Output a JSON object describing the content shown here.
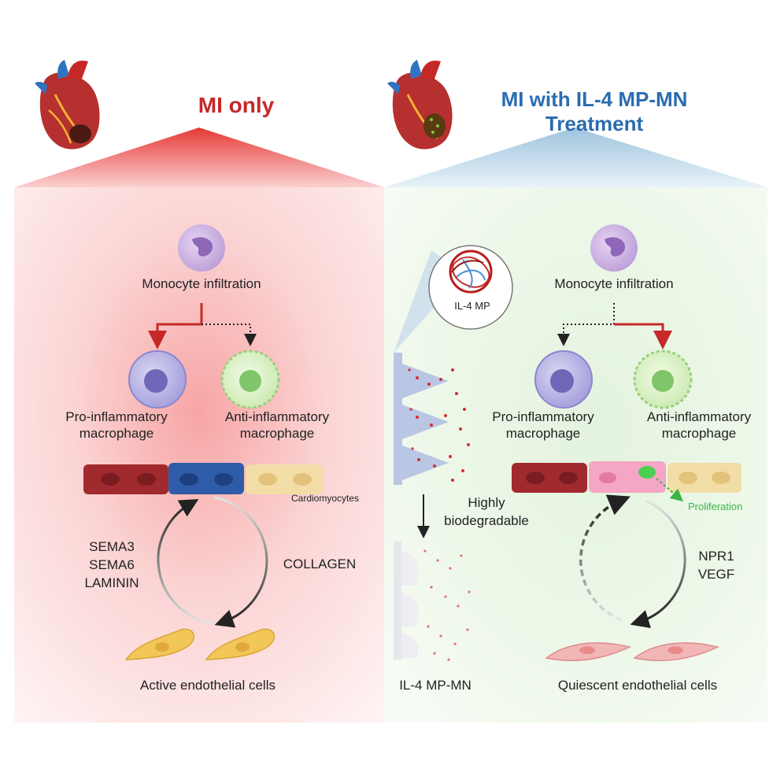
{
  "left": {
    "title": "MI only",
    "monocyte_label": "Monocyte infiltration",
    "pro_line1": "Pro-inflammatory",
    "pro_line2": "macrophage",
    "anti_line1": "Anti-inflammatory",
    "anti_line2": "macrophage",
    "cardiomyocytes_label": "Cardiomyocytes",
    "cycle_left": [
      "SEMA3",
      "SEMA6",
      "LAMININ"
    ],
    "cycle_right": "COLLAGEN",
    "endothelial_label": "Active endothelial cells"
  },
  "middle": {
    "mp_label": "IL-4 MP",
    "degrade_line1": "Highly",
    "degrade_line2": "biodegradable",
    "mn_label": "IL-4 MP-MN"
  },
  "right": {
    "title_line1": "MI with IL-4 MP-MN",
    "title_line2": "Treatment",
    "monocyte_label": "Monocyte infiltration",
    "pro_line1": "Pro-inflammatory",
    "pro_line2": "macrophage",
    "anti_line1": "Anti-inflammatory",
    "anti_line2": "macrophage",
    "proliferation_label": "Proliferation",
    "cycle_right": [
      "NPR1",
      "VEGF"
    ],
    "endothelial_label": "Quiescent endothelial cells"
  },
  "colors": {
    "red": "#c62828",
    "blue": "#2b6cb0",
    "green": "#3ab54a"
  }
}
